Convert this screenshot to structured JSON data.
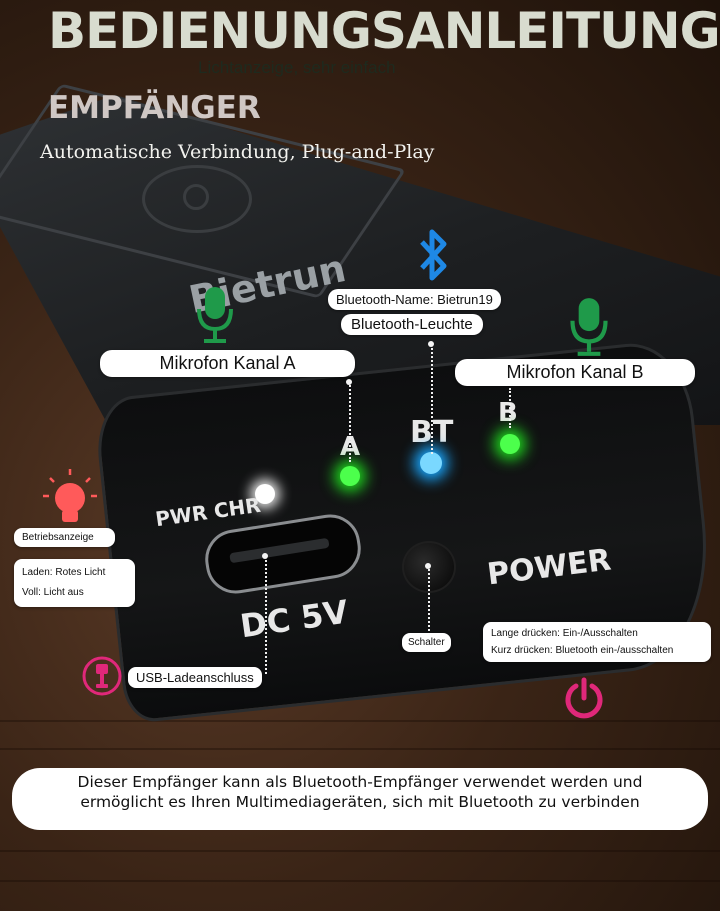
{
  "header": {
    "title": "BEDIENUNGSANLEITUNG",
    "subtitle": "Lichtanzeige, sehr einfach",
    "section": "EMPFÄNGER",
    "tagline": "Automatische Verbindung, Plug-and-Play"
  },
  "device": {
    "brand": "Bietrun",
    "labels": {
      "pwr_chr": "PWR CHR",
      "dc_5v": "DC 5V",
      "power": "POWER",
      "a": "A",
      "bt": "BT",
      "b": "B"
    }
  },
  "callouts": {
    "bt_name": "Bluetooth-Name: Bietrun19",
    "bt_light": "Bluetooth-Leuchte",
    "mic_a": "Mikrofon Kanal A",
    "mic_b": "Mikrofon Kanal B",
    "status": "Betriebsanzeige",
    "charging": "Laden: Rotes Licht",
    "full": "Voll: Licht aus",
    "usb": "USB-Ladeanschluss",
    "switch": "Schalter",
    "long_press": "Lange drücken: Ein-/Ausschalten",
    "short_press": "Kurz drücken: Bluetooth ein-/ausschalten"
  },
  "notice": {
    "line1": "Dieser Empfänger kann als Bluetooth-Empfänger verwendet werden und",
    "line2": "ermöglicht es Ihren Multimediageräten, sich mit Bluetooth zu verbinden"
  },
  "colors": {
    "led_green": "#1fd41f",
    "led_blue": "#1aa8ff",
    "mic_green": "#1f9a4a",
    "bluetooth_blue": "#1e88e5",
    "bulb_red": "#ff5a5a",
    "usb_magenta": "#e0287a"
  },
  "icons": [
    "microphone-icon",
    "bluetooth-icon",
    "light-bulb-icon",
    "usb-plug-icon",
    "power-icon"
  ]
}
